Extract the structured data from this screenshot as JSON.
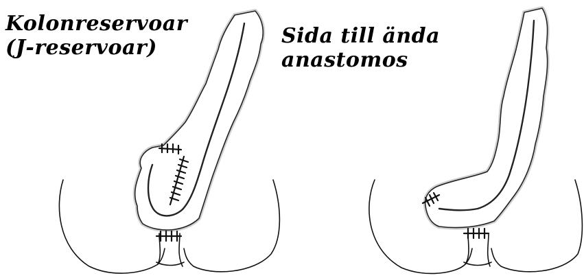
{
  "labels": {
    "j_reservoir_line1": "Kolonreservoar",
    "j_reservoir_line2": "(J-reservoar)",
    "side_to_end_line1": "Sida till ända",
    "side_to_end_line2": "anastomos"
  }
}
